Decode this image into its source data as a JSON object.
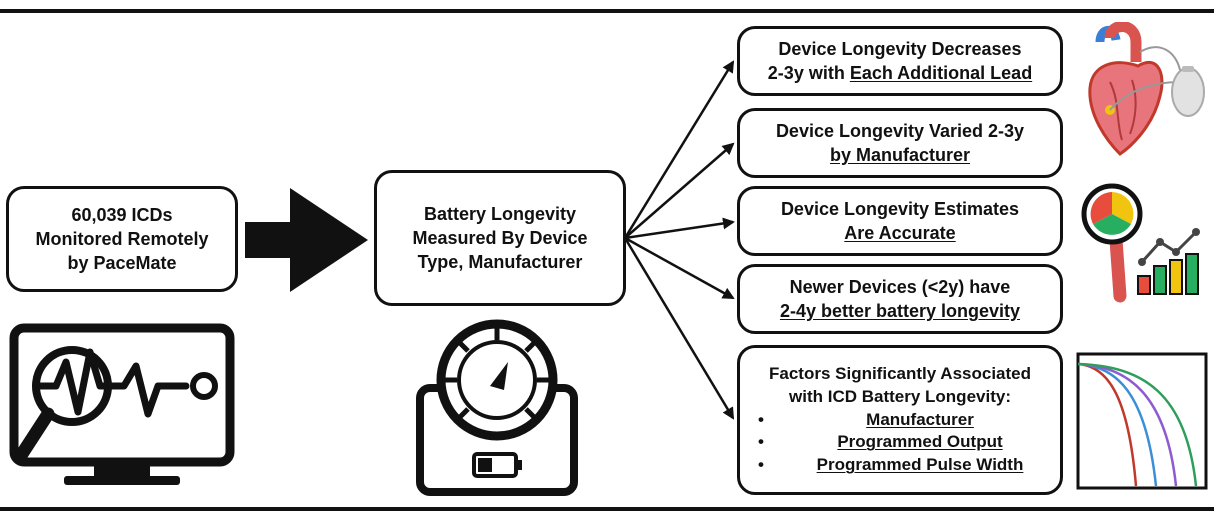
{
  "source_box": {
    "lines": [
      "60,039 ICDs",
      "Monitored Remotely",
      "by PaceMate"
    ]
  },
  "center_box": {
    "lines": [
      "Battery Longevity",
      "Measured By Device",
      "Type, Manufacturer"
    ]
  },
  "outcomes": [
    {
      "line1": "Device Longevity Decreases",
      "line2_plain": "2-3y with ",
      "line2_underlined": "Each Additional Lead"
    },
    {
      "line1": "Device Longevity Varied 2-3y",
      "line2_plain": "",
      "line2_underlined": "by Manufacturer"
    },
    {
      "line1": "Device Longevity Estimates",
      "line2_plain": "",
      "line2_underlined": "Are Accurate"
    },
    {
      "line1": "Newer Devices (<2y) have",
      "line2_plain": "",
      "line2_underlined": "2-4y better battery longevity"
    }
  ],
  "factors_box": {
    "heading_line1": "Factors Significantly Associated",
    "heading_line2": "with ICD Battery Longevity:",
    "bullet_char": "•",
    "bullets": [
      "Manufacturer",
      "Programmed Output",
      "Programmed Pulse Width"
    ]
  },
  "icons": {
    "monitor": "remote-monitor-icon",
    "meter": "battery-meter-icon",
    "heart": "heart-device-icon",
    "analytics": "analytics-icon",
    "curves": "survival-curves-icon"
  },
  "colors": {
    "ink": "#111111",
    "curve1": "#c0392b",
    "curve2": "#3a8fd6",
    "curve3": "#8e5bd0",
    "curve4": "#2e9e5b",
    "chart_yellow": "#f1c40f",
    "chart_red": "#e74c3c",
    "chart_green": "#27ae60"
  }
}
